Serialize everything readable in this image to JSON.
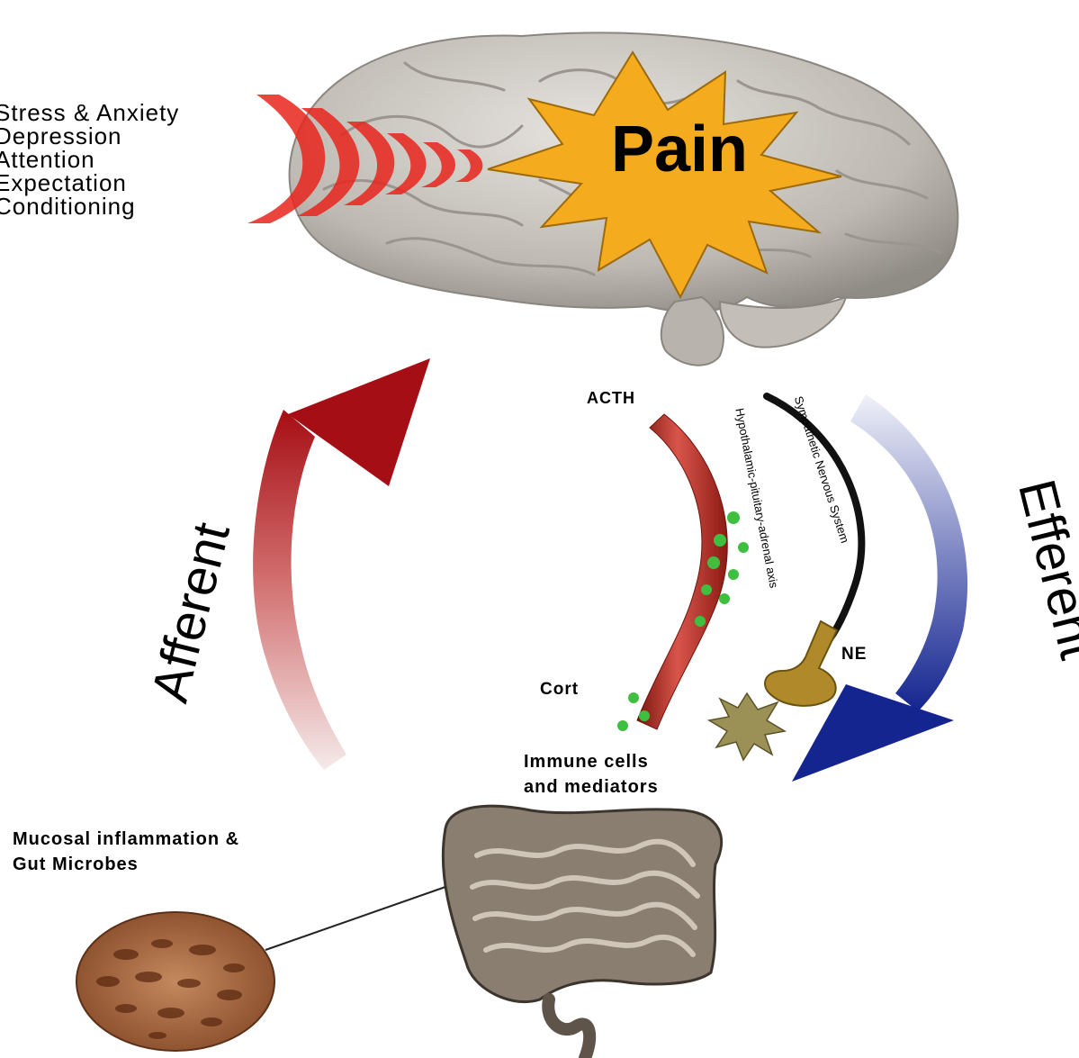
{
  "factors": [
    "Stress & Anxiety",
    "Depression",
    "Attention",
    "Expectation",
    "Conditioning"
  ],
  "center_label": "Pain",
  "afferent_label": "Afferent",
  "efferent_label": "Efferent",
  "acth_label": "ACTH",
  "hpa_label": "Hypothalamic-pituitary-adrenal axis",
  "sns_label": "Sympathetic Nervous System",
  "ne_label": "NE",
  "cort_label": "Cort",
  "immune_label": [
    "Immune cells",
    "and mediators"
  ],
  "mucosal_label": [
    "Mucosal inflammation &",
    "Gut Microbes"
  ],
  "colors": {
    "afferent_arrow": "#b3141a",
    "efferent_arrow": "#1c2f9a",
    "pain_burst": "#f5ab1e",
    "wave": "#e8251c",
    "hpa_vessel": "#c2332a",
    "cortisol": "#3fbf3f",
    "brain": "#c9c6c0",
    "gut": "#7d7166"
  }
}
